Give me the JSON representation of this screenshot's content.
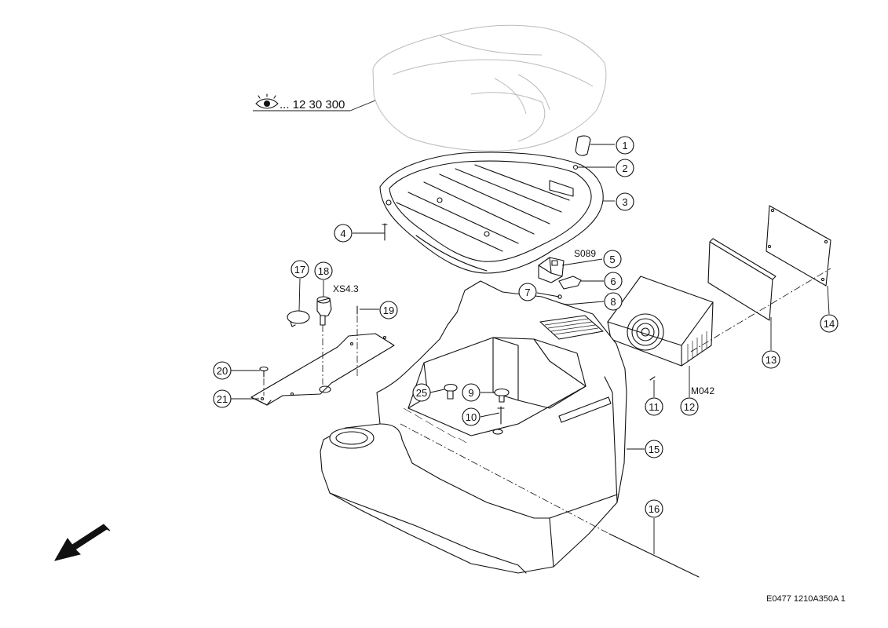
{
  "seat_reference": {
    "icon": "eye-icon",
    "text": "... 12 30 300"
  },
  "callouts": [
    "1",
    "2",
    "3",
    "4",
    "5",
    "6",
    "7",
    "8",
    "9",
    "10",
    "11",
    "12",
    "13",
    "14",
    "15",
    "16",
    "17",
    "18",
    "19",
    "20",
    "21",
    "25"
  ],
  "component_labels": {
    "switch": "S089",
    "socket": "XS4.3",
    "fan": "M042"
  },
  "document_id": "E0477 1210A350A 1",
  "direction_arrow": "arrow-icon"
}
